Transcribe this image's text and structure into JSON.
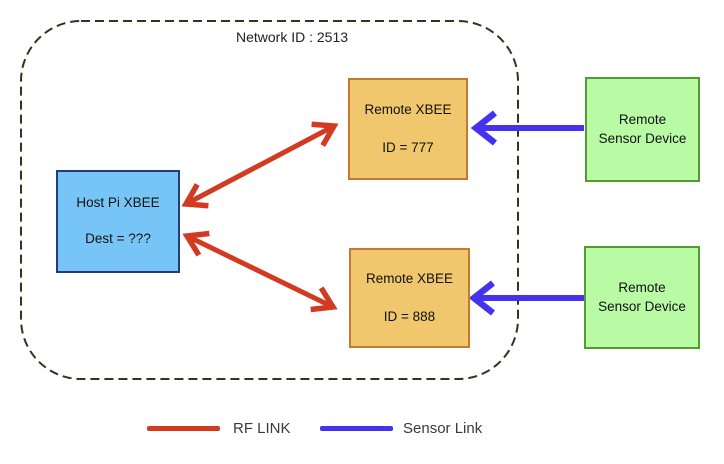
{
  "diagram": {
    "network_label": "Network ID : 2513",
    "nodes": {
      "host": {
        "line1": "Host Pi XBEE",
        "line2": "Dest = ???"
      },
      "xbee1": {
        "line1": "Remote XBEE",
        "line2": "ID = 777"
      },
      "xbee2": {
        "line1": "Remote XBEE",
        "line2": "ID = 888"
      },
      "sensor1": {
        "line1": "Remote",
        "line2": "Sensor Device"
      },
      "sensor2": {
        "line1": "Remote",
        "line2": "Sensor Device"
      }
    },
    "colors": {
      "host_fill": "#77C5F6",
      "host_border": "#263C78",
      "xbee_fill": "#F0C76C",
      "xbee_border": "#C8782F",
      "sensor_fill": "#B8FBA4",
      "sensor_border": "#539A33",
      "rf_link": "#D23A22",
      "sensor_link": "#4433EE",
      "boundary": "#33331E"
    }
  },
  "legend": {
    "rf": {
      "label": "RF LINK",
      "color": "#D23A22"
    },
    "sensor": {
      "label": "Sensor Link",
      "color": "#4433EE"
    }
  }
}
